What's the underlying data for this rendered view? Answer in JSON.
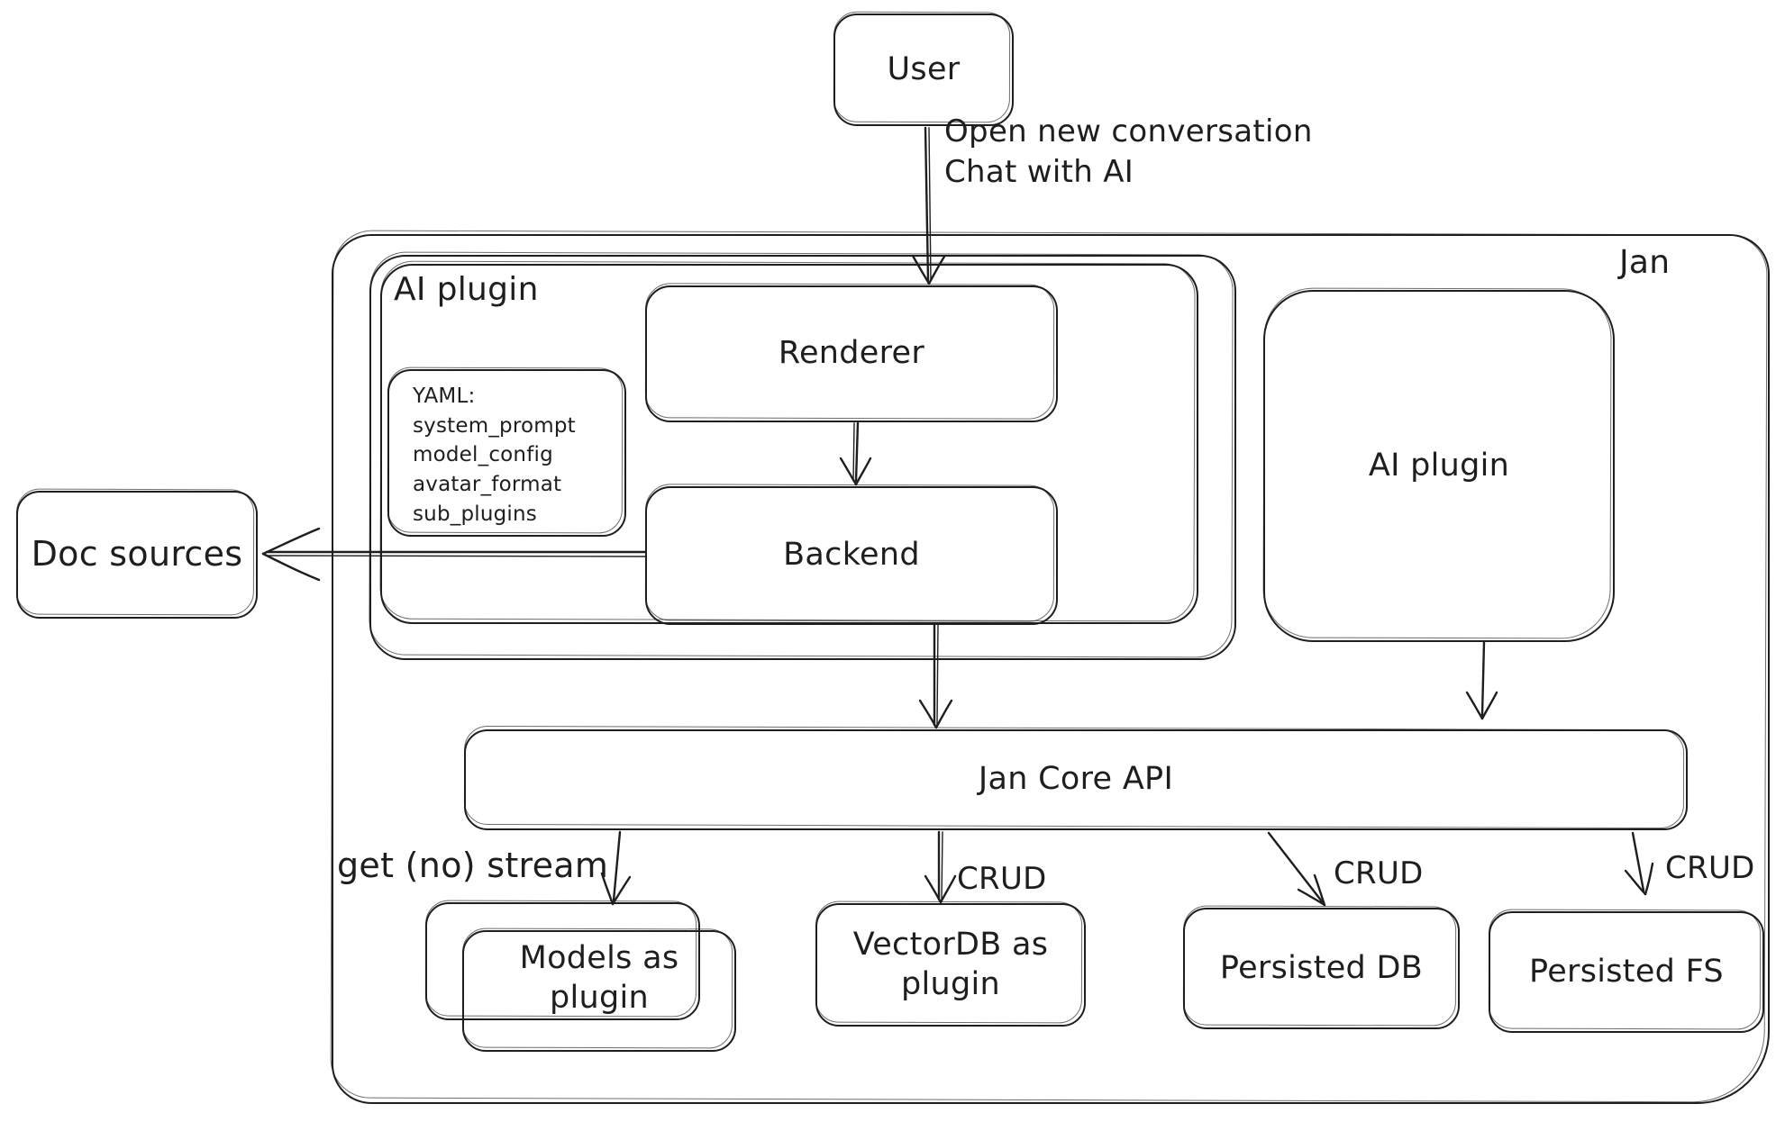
{
  "diagram_title": "Jan",
  "colors": {
    "stroke": "#1e1e1e",
    "background": "#ffffff"
  },
  "nodes": {
    "user": {
      "label": "User"
    },
    "ai_plugin_left": {
      "label": "AI plugin"
    },
    "renderer": {
      "label": "Renderer"
    },
    "backend": {
      "label": "Backend"
    },
    "yaml_note": {
      "lines": [
        "YAML:",
        "system_prompt",
        "model_config",
        "avatar_format",
        "sub_plugins"
      ]
    },
    "doc_sources": {
      "label": "Doc sources"
    },
    "ai_plugin_right": {
      "label": "AI plugin"
    },
    "jan_core_api": {
      "label": "Jan Core API"
    },
    "models_as_plugin": {
      "label": "Models as plugin"
    },
    "vectordb_as_plugin": {
      "label": "VectorDB as plugin"
    },
    "persisted_db": {
      "label": "Persisted DB"
    },
    "persisted_fs": {
      "label": "Persisted FS"
    }
  },
  "edge_labels": {
    "user_to_renderer": [
      "Open new conversation",
      "Chat with AI"
    ],
    "jan_core_to_models": "get (no) stream",
    "jan_core_to_vectordb": "CRUD",
    "jan_core_to_persisted_db": "CRUD",
    "jan_core_to_persisted_fs": "CRUD"
  }
}
